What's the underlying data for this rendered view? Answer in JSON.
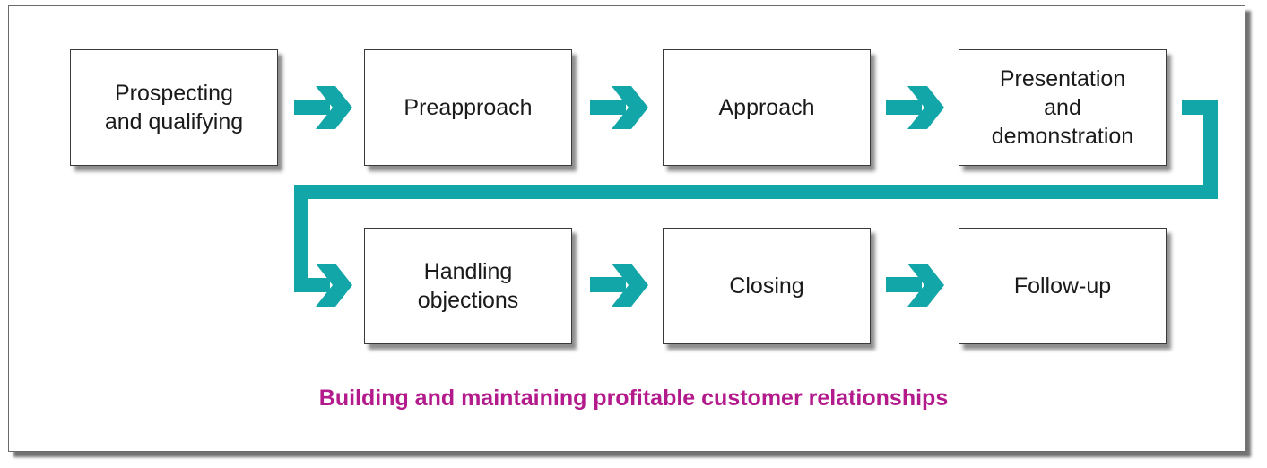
{
  "diagram": {
    "steps_row1": [
      {
        "label": "Prospecting\nand qualifying"
      },
      {
        "label": "Preapproach"
      },
      {
        "label": "Approach"
      },
      {
        "label": "Presentation\nand\ndemonstration"
      }
    ],
    "steps_row2": [
      {
        "label": "Handling\nobjections"
      },
      {
        "label": "Closing"
      },
      {
        "label": "Follow-up"
      }
    ],
    "caption": "Building and maintaining profitable customer relationships"
  },
  "colors": {
    "arrow": "#13a6a8",
    "caption": "#b31b8c",
    "box_border": "#3a3a3a"
  }
}
